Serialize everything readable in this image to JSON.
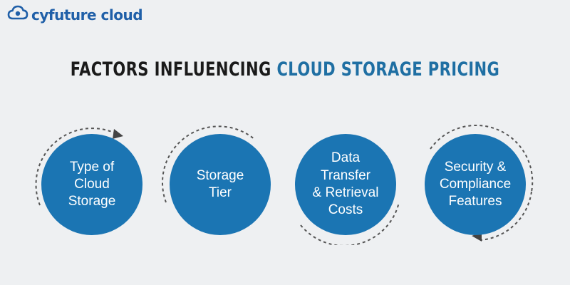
{
  "brand": {
    "name": "cyfuture cloud",
    "logo_icon": "cloud-logo-icon",
    "color": "#1f5fa8"
  },
  "title": {
    "part1": "FACTORS INFLUENCING",
    "part2": "CLOUD STORAGE PRICING",
    "color_dark": "#1a1a1a",
    "color_accent": "#1f6fa3"
  },
  "factors": [
    {
      "label": "Type of\nCloud\nStorage"
    },
    {
      "label": "Storage\nTier"
    },
    {
      "label": "Data\nTransfer\n& Retrieval\nCosts"
    },
    {
      "label": "Security &\nCompliance\nFeatures"
    }
  ],
  "colors": {
    "circle": "#1b75b3",
    "ring": "#555555",
    "background": "#eef0f2"
  }
}
